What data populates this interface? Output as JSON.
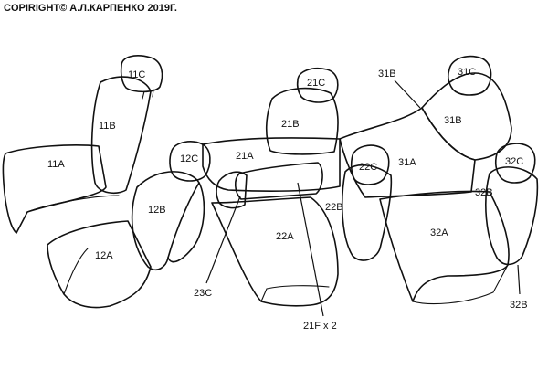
{
  "copyright": "COPIRIGHT© А.Л.КАРПЕНКО 2019Г.",
  "labels": {
    "l11C": "11C",
    "l11B": "11B",
    "l11A": "11A",
    "l12C": "12C",
    "l12B": "12B",
    "l12A": "12A",
    "l21C": "21C",
    "l21B": "21B",
    "l21A": "21A",
    "l22C": "22C",
    "l22B": "22B",
    "l22A": "22A",
    "l23C": "23C",
    "l21F": "21F x 2",
    "l31C": "31C",
    "l31B_top": "31B",
    "l31B": "31B",
    "l31A": "31A",
    "l32C": "32C",
    "l32B": "32B",
    "l32A": "32A",
    "l32B_out": "32B"
  }
}
